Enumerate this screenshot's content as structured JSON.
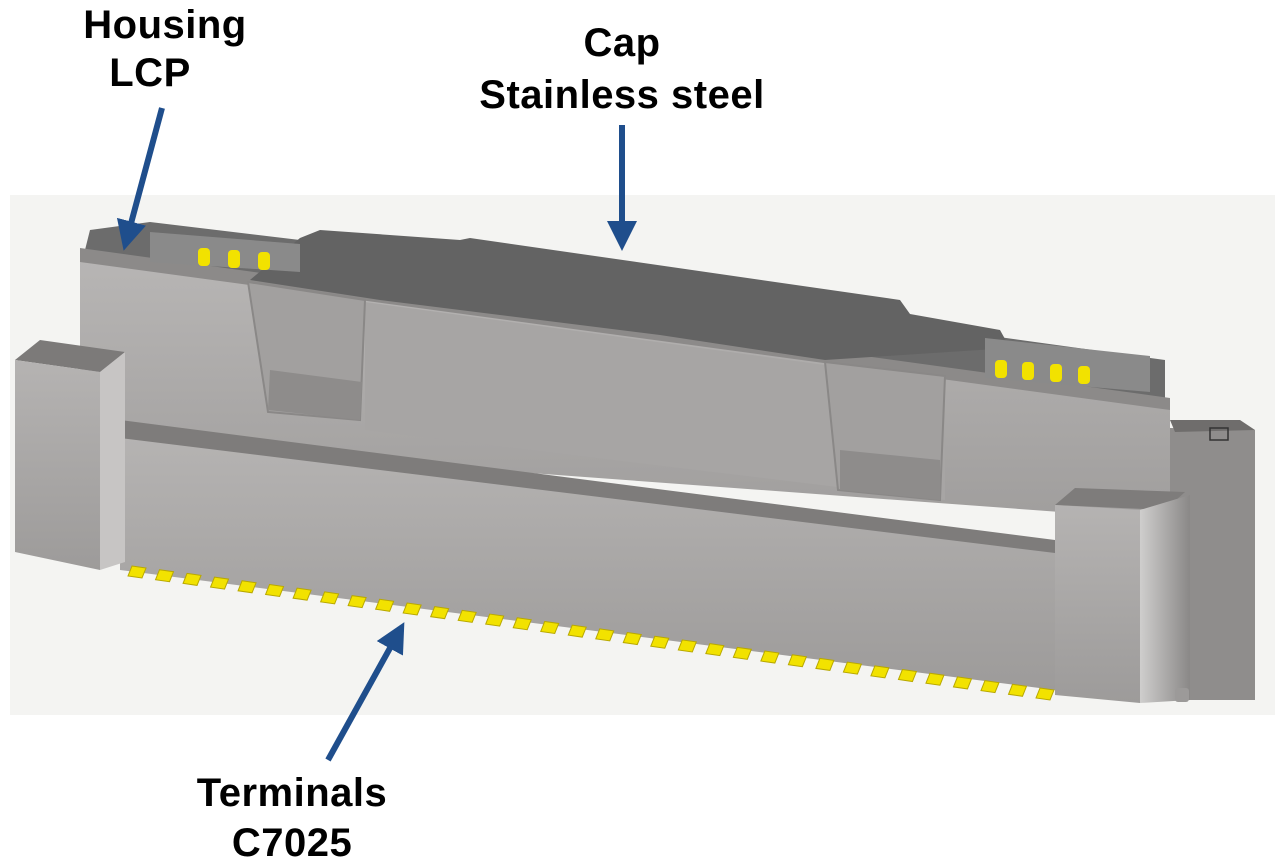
{
  "labels": {
    "housing": {
      "name": "Housing",
      "material": "LCP"
    },
    "cap": {
      "name": "Cap",
      "material": "Stainless steel"
    },
    "terminals": {
      "name": "Terminals",
      "material": "C7025"
    }
  },
  "colors": {
    "arrow": "#1f4e8c",
    "housing_body": "#a8a6a5",
    "housing_dark": "#7e7c7b",
    "cap_top": "#646464",
    "terminal_gold": "#f2e200",
    "background_glow": "#f4f4f2"
  },
  "counts": {
    "bottom_terminal_pins": 34,
    "top_left_contacts": 3,
    "top_right_contacts": 4
  }
}
